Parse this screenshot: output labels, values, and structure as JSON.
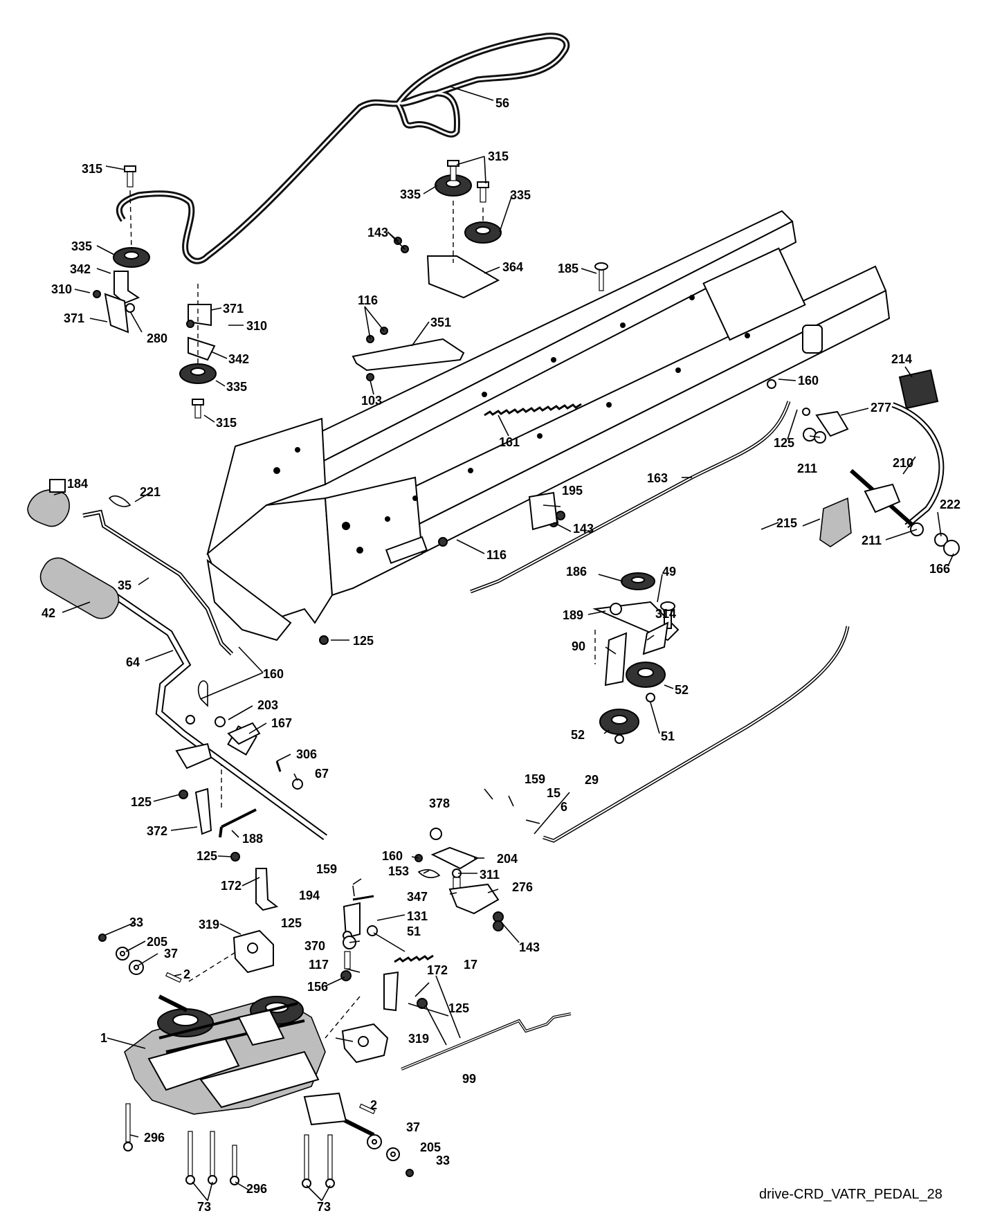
{
  "caption": "drive-CRD_VATR_PEDAL_28",
  "callouts": {
    "c1": "1",
    "c2a": "2",
    "c2b": "2",
    "c6": "6",
    "c15": "15",
    "c17": "17",
    "c29": "29",
    "c33a": "33",
    "c33b": "33",
    "c35": "35",
    "c37a": "37",
    "c37b": "37",
    "c42": "42",
    "c49": "49",
    "c51a": "51",
    "c51b": "51",
    "c52a": "52",
    "c52b": "52",
    "c56": "56",
    "c64": "64",
    "c67": "67",
    "c73a": "73",
    "c73b": "73",
    "c90": "90",
    "c99": "99",
    "c103": "103",
    "c116a": "116",
    "c116b": "116",
    "c117": "117",
    "c125a": "125",
    "c125b": "125",
    "c125c": "125",
    "c125d": "125",
    "c125e": "125",
    "c125f": "125",
    "c131": "131",
    "c143a": "143",
    "c143b": "143",
    "c143c": "143",
    "c153": "153",
    "c156": "156",
    "c159a": "159",
    "c159b": "159",
    "c160a": "160",
    "c160b": "160",
    "c160c": "160",
    "c161": "161",
    "c163": "163",
    "c166": "166",
    "c167": "167",
    "c172a": "172",
    "c172b": "172",
    "c184": "184",
    "c185": "185",
    "c186": "186",
    "c188": "188",
    "c189": "189",
    "c194": "194",
    "c195": "195",
    "c203": "203",
    "c204": "204",
    "c205a": "205",
    "c205b": "205",
    "c210": "210",
    "c211a": "211",
    "c211b": "211",
    "c214": "214",
    "c215": "215",
    "c221": "221",
    "c222": "222",
    "c276": "276",
    "c277": "277",
    "c280": "280",
    "c296a": "296",
    "c296b": "296",
    "c306": "306",
    "c310a": "310",
    "c310b": "310",
    "c311": "311",
    "c314": "314",
    "c315a": "315",
    "c315b": "315",
    "c315c": "315",
    "c319a": "319",
    "c319b": "319",
    "c335a": "335",
    "c335b": "335",
    "c335c": "335",
    "c335d": "335",
    "c342a": "342",
    "c342b": "342",
    "c347": "347",
    "c351": "351",
    "c364": "364",
    "c370": "370",
    "c371a": "371",
    "c371b": "371",
    "c372": "372",
    "c378": "378"
  }
}
